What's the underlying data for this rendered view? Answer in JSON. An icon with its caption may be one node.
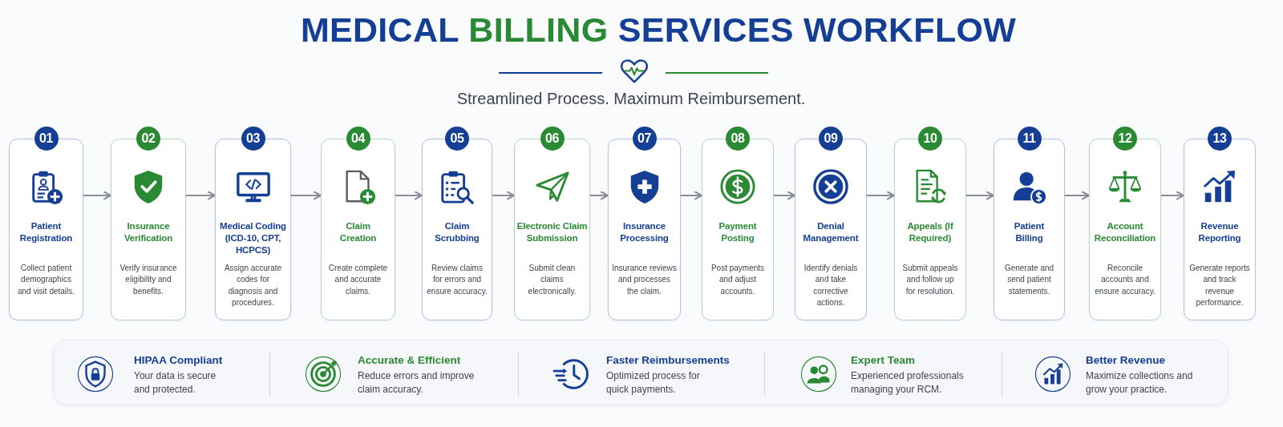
{
  "diagram": {
    "title": "MEDICAL BILLING SERVICES WORKFLOW",
    "nodes": [
      {
        "text": [
          "01",
          "Patient Registration",
          "Collect patient demographics and visit details."
        ]
      },
      {
        "text": [
          "02",
          "Insurance Verification",
          "Verify insurance eligibility and benefits."
        ]
      },
      {
        "text": [
          "03",
          "Medical Coding (ICD-10, CPT, HCPCS)",
          "Assign accurate codes for diagnosis and procedures."
        ]
      },
      {
        "text": [
          "04",
          "Claim Creation",
          "Create complete and accurate claims."
        ]
      },
      {
        "text": [
          "05",
          "Claim Scrubbing",
          "Review claims for errors and ensure accuracy."
        ]
      },
      {
        "text": [
          "06",
          "Electronic Claim Submission",
          "Submit clean claims electronically."
        ]
      },
      {
        "text": [
          "07",
          "Insurance Processing",
          "Insurance reviews and processes the claim."
        ]
      },
      {
        "text": [
          "08",
          "Payment Posting",
          "Post payments and adjust accounts."
        ]
      },
      {
        "text": [
          "09",
          "Denial Management",
          "Identify denials and take corrective actions."
        ]
      },
      {
        "text": [
          "10",
          "Appeals (If Required)",
          "Submit appeals and follow up for resolution."
        ]
      },
      {
        "text": [
          "11",
          "Patient Billing",
          "Generate and send patient statements."
        ]
      },
      {
        "text": [
          "12",
          "Account Reconciliation",
          "Reconcile accounts and ensure accuracy."
        ]
      },
      {
        "text": [
          "13",
          "Revenue Reporting",
          "Generate reports and track revenue performance."
        ]
      },
      {
        "text": [],
        "shape": "box"
      },
      {
        "text": [
          "HIPAA Compliant",
          "Your data is secure and protected."
        ],
        "in": 13
      },
      {
        "text": [
          "Accurate & Efficient",
          "Reduce errors and improve claim accuracy."
        ],
        "in": 13
      },
      {
        "text": [
          "Faster Reimbursements",
          "Optimized process for quick payments."
        ],
        "in": 13
      },
      {
        "text": [
          "Expert Team",
          "Experienced professionals managing your RCM."
        ],
        "in": 13
      },
      {
        "text": [
          "Better Revenue",
          "Maximize collections and grow your practice."
        ],
        "in": 13
      }
    ],
    "edges": [
      {
        "from": 0,
        "to": 1,
        "arrow": "to"
      },
      {
        "from": 1,
        "to": 2,
        "arrow": "to"
      },
      {
        "from": 2,
        "to": 3,
        "arrow": "to"
      },
      {
        "from": 3,
        "to": 4,
        "arrow": "to"
      },
      {
        "from": 4,
        "to": 5,
        "arrow": "to"
      },
      {
        "from": 5,
        "to": 6,
        "arrow": "to"
      },
      {
        "from": 6,
        "to": 7,
        "arrow": "to"
      },
      {
        "from": 7,
        "to": 8,
        "arrow": "to"
      },
      {
        "from": 8,
        "to": 9,
        "arrow": "to"
      },
      {
        "from": 9,
        "to": 10,
        "arrow": "to"
      },
      {
        "from": 10,
        "to": 11,
        "arrow": "to"
      },
      {
        "from": 11,
        "to": 12,
        "arrow": "to"
      }
    ],
    "labels": [
      "Streamlined Process. Maximum Reimbursement."
    ]
  }
}
